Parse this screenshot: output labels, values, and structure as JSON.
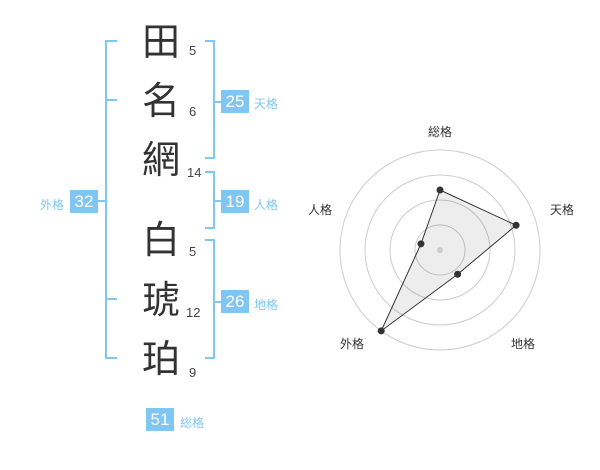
{
  "name": {
    "characters": [
      {
        "char": "田",
        "strokes": "5"
      },
      {
        "char": "名",
        "strokes": "6"
      },
      {
        "char": "網",
        "strokes": "14"
      },
      {
        "char": "白",
        "strokes": "5"
      },
      {
        "char": "琥",
        "strokes": "12"
      },
      {
        "char": "珀",
        "strokes": "9"
      }
    ]
  },
  "kaku": {
    "tenkaku": {
      "value": "25",
      "label": "天格"
    },
    "jinkaku": {
      "value": "19",
      "label": "人格"
    },
    "chikaku": {
      "value": "26",
      "label": "地格"
    },
    "gaikaku": {
      "value": "32",
      "label": "外格"
    },
    "soukaku": {
      "value": "51",
      "label": "総格"
    }
  },
  "accent_color": "#7fc6f2",
  "chart_data": {
    "type": "radar",
    "axes": [
      "総格",
      "天格",
      "地格",
      "外格",
      "人格"
    ],
    "values": [
      3,
      4,
      1.5,
      5,
      1
    ],
    "max": 5,
    "rings": 4
  }
}
